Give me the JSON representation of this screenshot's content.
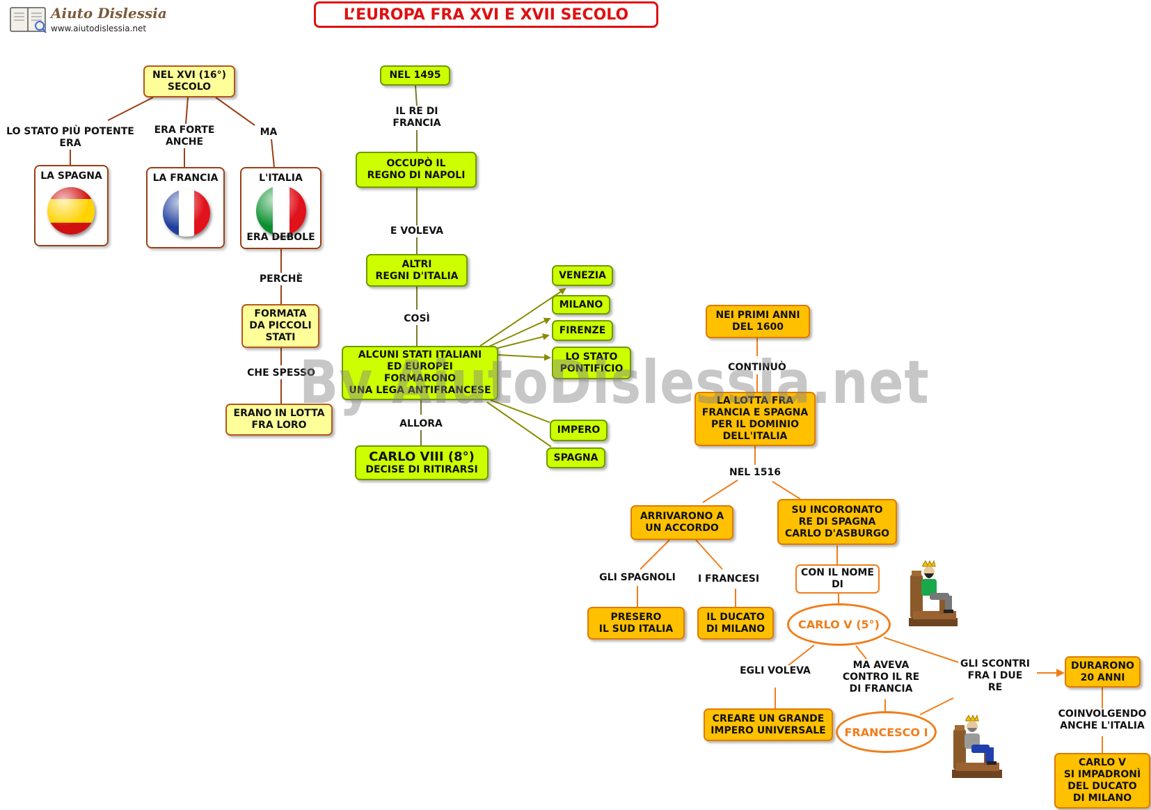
{
  "title": "L’EUROPA FRA XVI  E XVII SECOLO",
  "logo": {
    "name": "Aiuto Dislessia",
    "url": "www.aiutodislessia.net"
  },
  "watermark": "By AiutoDislessia.net",
  "colors": {
    "title_red": "#e01010",
    "yellow": "#ffff99",
    "green": "#ccff00",
    "orange": "#ffc000",
    "accent_orange": "#f07d1a"
  },
  "left_branch": {
    "root": "NEL XVI (16°)\nSECOLO",
    "label_potente": "LO STATO PIÙ POTENTE\nERA",
    "label_forte": "ERA FORTE\nANCHE",
    "label_ma": "MA",
    "spagna": {
      "title": "LA SPAGNA",
      "flag": "spain-flag"
    },
    "francia": {
      "title": "LA FRANCIA",
      "flag": "france-flag"
    },
    "italia": {
      "title": "L'ITALIA",
      "sub": "ERA DEBOLE",
      "flag": "italy-flag"
    },
    "label_perche": "PERCHÈ",
    "formata": "FORMATA\nDA PICCOLI\nSTATI",
    "label_spesso": "CHE SPESSO",
    "lotta": "ERANO IN LOTTA\nFRA LORO"
  },
  "middle_branch": {
    "nel1495": "NEL  1495",
    "label_re": "IL RE DI\nFRANCIA",
    "occupo": "OCCUPÒ  IL\nREGNO  DI  NAPOLI",
    "label_voleva": "E VOLEVA",
    "altri": "ALTRI\nREGNI D'ITALIA",
    "label_cosi": "COSÌ",
    "alcuni": "ALCUNI STATI ITALIANI\nED  EUROPEI\nFORMARONO\nUNA LEGA ANTIFRANCESE",
    "label_allora": "ALLORA",
    "carlo8_title": "CARLO VIII (8°)",
    "carlo8_sub": "DECISE DI RITIRARSI",
    "lega": [
      "VENEZIA",
      "MILANO",
      "FIRENZE",
      "LO STATO\nPONTIFICIO",
      "IMPERO",
      "SPAGNA"
    ]
  },
  "right_branch": {
    "primi": "NEI PRIMI ANNI\nDEL 1600",
    "label_continuo": "CONTINUÒ",
    "lotta": "LA LOTTA FRA\nFRANCIA E SPAGNA\nPER IL DOMINIO\nDELL'ITALIA",
    "label_1516": "NEL 1516",
    "accordo": "ARRIVARONO  A\nUN  ACCORDO",
    "incoronato": "SU INCORONATO\nRE DI SPAGNA\nCARLO D'ASBURGO",
    "label_spagnoli": "GLI SPAGNOLI",
    "label_francesi": "I FRANCESI",
    "presero": "PRESERO\nIL SUD ITALIA",
    "ducato": "IL DUCATO\nDI MILANO",
    "nome": "CON IL NOME\nDI",
    "carlo5": "CARLO V (5°)",
    "label_voleva": "EGLI VOLEVA",
    "label_aveva": "MA AVEVA\nCONTRO IL RE\nDI FRANCIA",
    "label_scontri": "GLI SCONTRI\nFRA I DUE\nRE",
    "impero": "CREARE UN GRANDE\nIMPERO UNIVERSALE",
    "francesco": "FRANCESCO I",
    "durarono": "DURARONO\n20 ANNI",
    "label_coinvolgendo": "COINVOLGENDO\nANCHE L'ITALIA",
    "impadroni": "CARLO V\nSI IMPADRONÌ\nDEL DUCATO\nDI MILANO"
  }
}
